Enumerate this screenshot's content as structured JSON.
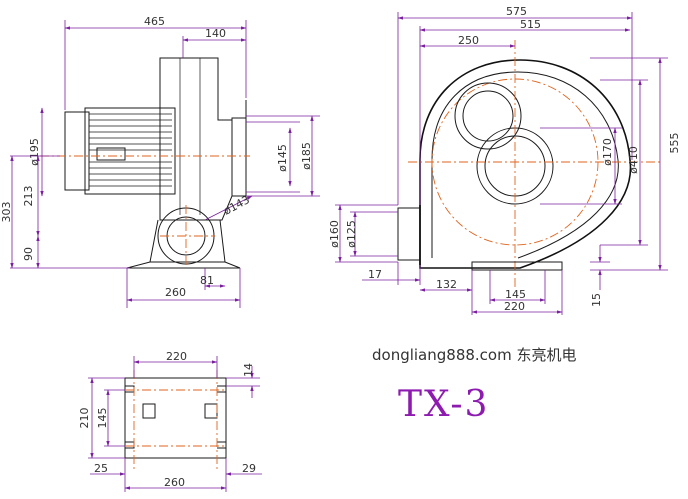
{
  "side_view": {
    "dims": {
      "overall_len": "465",
      "outlet_depth": "140",
      "motor_dia": "ø195",
      "center_h": "213",
      "total_h": "303",
      "base_h": "90",
      "inlet_dia": "ø143",
      "base_len": "260",
      "base_off": "81",
      "flange_145": "ø145",
      "flange_185": "ø185"
    }
  },
  "front_view": {
    "dims": {
      "w575": "575",
      "w515": "515",
      "w250": "250",
      "d170": "ø170",
      "d410": "ø410",
      "h555": "555",
      "d160": "ø160",
      "d125": "ø125",
      "w17": "17",
      "w132": "132",
      "w145": "145",
      "w220": "220",
      "h15": "15"
    }
  },
  "base_view": {
    "dims": {
      "w220": "220",
      "h14": "14",
      "h210": "210",
      "h145": "145",
      "w25": "25",
      "w29": "29",
      "w260": "260"
    }
  },
  "brand": {
    "website": "dongliang888.com 东亮机电",
    "model": "TX-3"
  }
}
